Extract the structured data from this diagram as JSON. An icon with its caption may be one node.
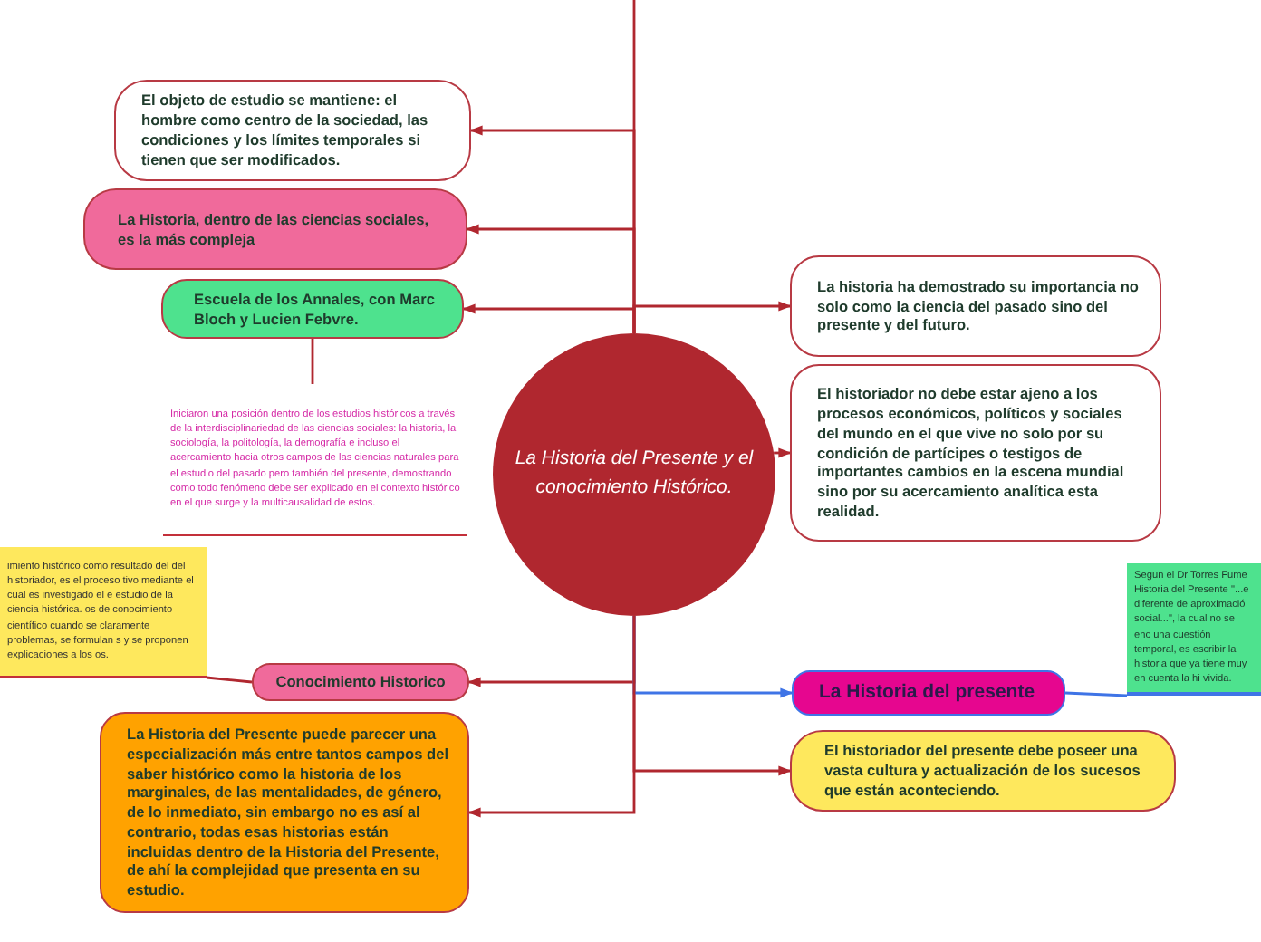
{
  "diagram": {
    "nodes": [
      {
        "text": [
          "La Historia del Presente y el conocimiento Histórico."
        ]
      },
      {
        "text": [
          "El objeto de estudio se mantiene: el hombre como centro de la sociedad, las condiciones y los límites temporales si tienen que ser modificados."
        ]
      },
      {
        "text": [
          "La Historia, dentro de las ciencias sociales, es la más compleja"
        ]
      },
      {
        "text": [
          "Escuela de los Annales, con Marc Bloch y Lucien Febvre."
        ]
      },
      {
        "text": [
          "Iniciaron una posición dentro de los estudios históricos a través de la interdisciplinariedad de las ciencias sociales: la historia, la sociología, la politología, la demografía e incluso el acercamiento hacia otros campos de las ciencias naturales para el estudio del pasado pero también del presente, demostrando como todo fenómeno debe ser explicado en el contexto histórico en el que surge y la multicausalidad de estos."
        ]
      },
      {
        "text": [
          "imiento histórico como resultado del del historiador, es el proceso tivo mediante el cual es investigado el e estudio de la ciencia histórica. os de conocimiento científico cuando se claramente problemas, se formulan s y se proponen explicaciones a los os."
        ]
      },
      {
        "text": [
          "Conocimiento Historico"
        ]
      },
      {
        "text": [
          "La Historia del Presente puede parecer una especialización más entre tantos campos del saber histórico como la historia de los marginales, de las mentalidades, de género, de lo inmediato, sin embargo no es así al contrario, todas esas historias están incluidas dentro de la Historia del Presente, de ahí la complejidad que presenta en su estudio."
        ]
      },
      {
        "text": [
          "La historia ha demostrado su importancia no solo como la ciencia del pasado sino del presente y del futuro."
        ]
      },
      {
        "text": [
          "El historiador no debe estar ajeno a los procesos económicos, políticos y sociales del mundo en el que vive no solo por su condición de partícipes o testigos de importantes cambios en la escena mundial sino por su acercamiento analítica esta realidad."
        ]
      },
      {
        "text": [
          "La Historia del presente"
        ]
      },
      {
        "text": [
          "Segun el Dr Torres Fume Historia del Presente \"...e diferente de aproximació social...\", la cual no se enc una cuestión temporal, es escribir la historia que ya tiene muy en cuenta la hi vivida."
        ]
      },
      {
        "text": [
          "El historiador del presente debe poseer una vasta cultura y actualización de los sucesos que están aconteciendo."
        ]
      }
    ],
    "edges": [
      {
        "from": null,
        "to": 0,
        "arrow": "none"
      },
      {
        "from": 0,
        "to": 1,
        "arrow": "to"
      },
      {
        "from": 0,
        "to": 2,
        "arrow": "to"
      },
      {
        "from": 0,
        "to": 3,
        "arrow": "to"
      },
      {
        "from": 3,
        "to": 4,
        "arrow": "none"
      },
      {
        "from": 0,
        "to": 6,
        "arrow": "to"
      },
      {
        "from": 6,
        "to": 5,
        "arrow": "none"
      },
      {
        "from": 0,
        "to": 7,
        "arrow": "to"
      },
      {
        "from": 0,
        "to": 8,
        "arrow": "to"
      },
      {
        "from": 0,
        "to": 9,
        "arrow": "to"
      },
      {
        "from": 0,
        "to": 10,
        "arrow": "to",
        "color": "#3f74e6"
      },
      {
        "from": 10,
        "to": 11,
        "arrow": "none",
        "color": "#3f74e6"
      },
      {
        "from": 0,
        "to": 12,
        "arrow": "to"
      }
    ]
  }
}
